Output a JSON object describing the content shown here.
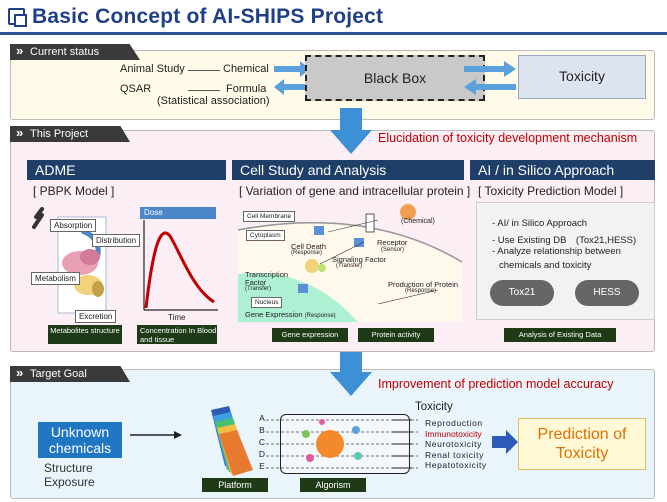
{
  "title": "Basic Concept of AI-SHIPS Project",
  "current_status": {
    "tab": "Current status",
    "animal_study": "Animal Study",
    "chemical": "Chemical",
    "qsar": "QSAR",
    "formula": "Formula",
    "statistical": "(Statistical association)",
    "black_box": "Black Box",
    "toxicity": "Toxicity"
  },
  "this_project": {
    "tab": "This Project",
    "elucidation": "Elucidation of toxicity development mechanism",
    "adme": {
      "header": "ADME",
      "sub": "[ PBPK Model ]",
      "absorption": "Absorption",
      "distribution": "Distribution",
      "metabolism": "Metabolism",
      "excretion": "Excretion",
      "dose": "Dose",
      "time": "Time",
      "tag_metabolites": "Metabolites structure",
      "tag_concentration": "Concentration In Blood and tissue"
    },
    "cell": {
      "header": "Cell Study and Analysis",
      "sub": "[ Variation of gene and intracellular protein ]",
      "cell_membrane": "Cell Membrane",
      "cytoplasm": "Cytoplasm",
      "nucleus": "Nucleus",
      "chemical": "(Chemical)",
      "receptor": "Receptor",
      "sensor": "(Sensor)",
      "cell_death": "Cell Death",
      "response1": "(Response)",
      "signaling": "Signaling Factor",
      "transfer1": "(Transfer)",
      "transcription": "Transcription",
      "factor": "Factor",
      "transfer2": "(Transfer)",
      "production": "Production of Protein",
      "response2": "(Response)",
      "gene_expr_label": "Gene Expression",
      "response3": "(Response)",
      "tag_gene": "Gene expression",
      "tag_protein": "Protein activity"
    },
    "ai": {
      "header": "AI / in Silico Approach",
      "sub": "[ Toxicity Prediction Model ]",
      "b1": "- AI/ in Silico Approach",
      "b2": "- Use Existing DB　(Tox21,HESS)",
      "b3": "- Analyze relationship between",
      "b3b": "chemicals and toxicity",
      "pill1": "Tox21",
      "pill2": "HESS",
      "tag": "Analysis of Existing Data"
    }
  },
  "target_goal": {
    "tab": "Target Goal",
    "improvement": "Improvement of prediction model accuracy",
    "unknown1": "Unknown",
    "unknown2": "chemicals",
    "structure": "Structure",
    "exposure": "Exposure",
    "letters": [
      "A",
      "B",
      "C",
      "D",
      "E"
    ],
    "toxicity": "Toxicity",
    "list": [
      "Reproduction",
      "Immunotoxicity",
      "Neurotoxicity",
      "Renal toxicity",
      "Hepatotoxicity"
    ],
    "platform": "Platform",
    "algorism": "Algorism",
    "prediction1": "Prediction of",
    "prediction2": "Toxicity"
  },
  "colors": {
    "navy": "#1f3f68",
    "red": "#c00000",
    "orange": "#e07000",
    "blue_arrow": "#3d8fd6"
  }
}
